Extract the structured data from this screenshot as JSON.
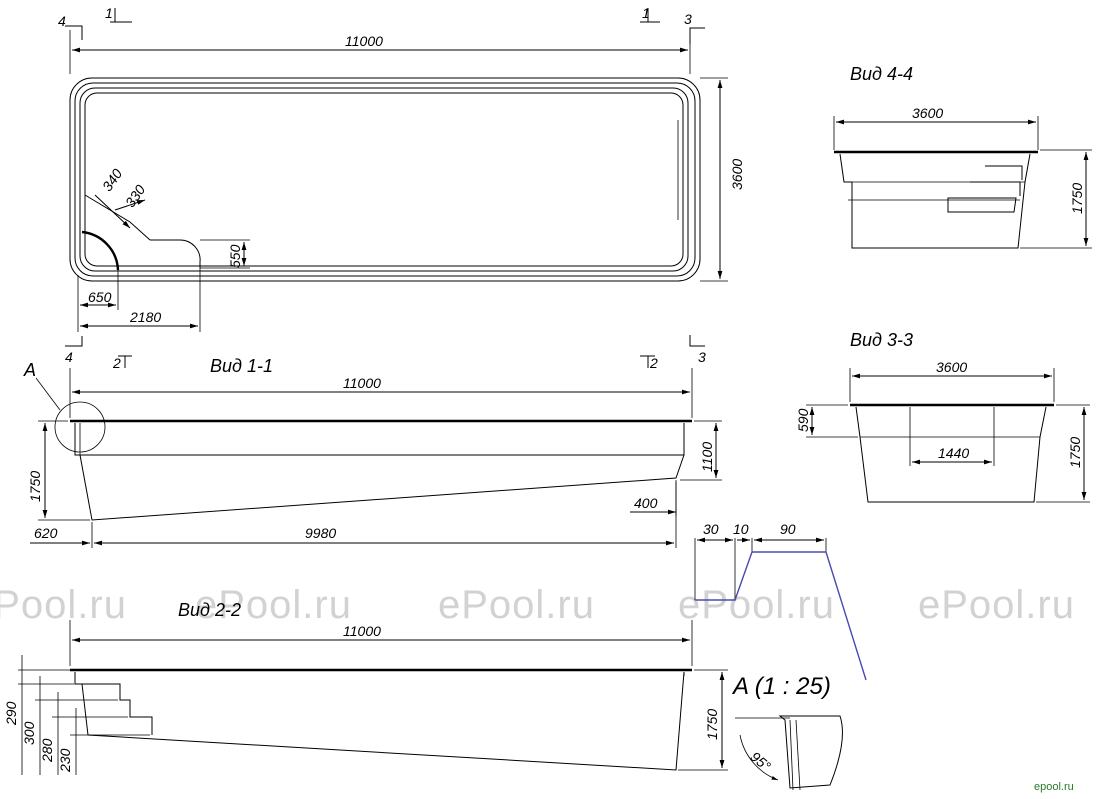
{
  "watermark": "ePool.ru",
  "brand": "epool.ru",
  "plan": {
    "length": "11000",
    "width": "3600",
    "step_radius_outer": "340",
    "step_radius_inner": "330",
    "step_depth": "550",
    "step_offset": "650",
    "step_length": "2180",
    "cuts": [
      "1",
      "2",
      "3",
      "4"
    ]
  },
  "view11": {
    "title": "Вид 1-1",
    "detail_marker": "A",
    "length": "11000",
    "depth_total": "1750",
    "depth_shallow": "1100",
    "bottom_offset": "400",
    "start_offset": "620",
    "bottom_length": "9980"
  },
  "view22": {
    "title": "Вид 2-2",
    "length": "11000",
    "depth": "1750",
    "steps": [
      "290",
      "300",
      "280",
      "230"
    ]
  },
  "view44": {
    "title": "Вид 4-4",
    "width": "3600",
    "depth": "1750"
  },
  "view33": {
    "title": "Вид 3-3",
    "width": "3600",
    "depth": "1750",
    "ledge_depth": "590",
    "ledge_width": "1440"
  },
  "detail": {
    "title": "A (1 : 25)",
    "dim_a": "30",
    "dim_b": "10",
    "dim_c": "90",
    "angle": "95°"
  }
}
